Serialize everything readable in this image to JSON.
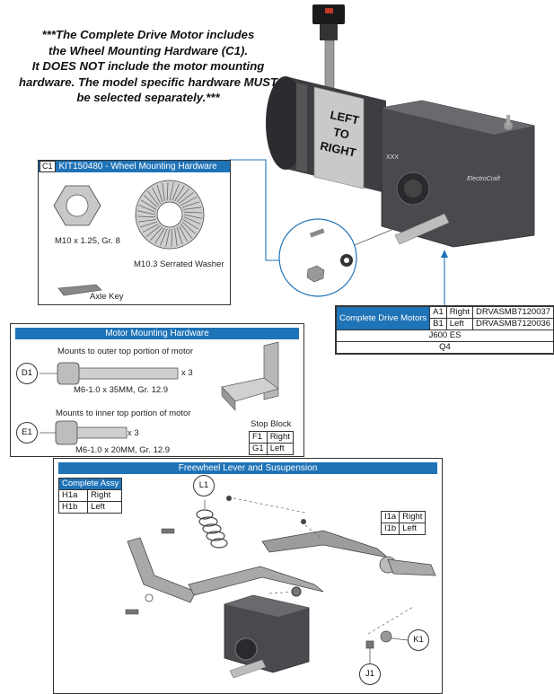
{
  "note": [
    "***The Complete Drive Motor includes",
    "the Wheel Mounting Hardware (C1).",
    "It DOES NOT include the motor mounting",
    "hardware. The model specific hardware MUST",
    "be selected separately.***"
  ],
  "motor_label": [
    "LEFT",
    "TO",
    "RIGHT"
  ],
  "motor_code": "XXX",
  "motor_brand": "ElectroCraft",
  "wheel_hw": {
    "id": "C1",
    "title": "KIT150480 - Wheel Mounting Hardware",
    "nut": "M10 x 1.25, Gr. 8",
    "washer": "M10.3 Serrated Washer",
    "key": "Axle Key"
  },
  "drive_motors": {
    "title": "Complete Drive Motors",
    "rows": [
      {
        "id": "A1",
        "side": "Right",
        "part": "DRVASMB7120037"
      },
      {
        "id": "B1",
        "side": "Left",
        "part": "DRVASMB7120036"
      }
    ],
    "model": "J600 ES",
    "model2": "Q4"
  },
  "motor_hw": {
    "title": "Motor Mounting Hardware",
    "d1_label": "D1",
    "d1_desc": "Mounts to outer top portion of motor",
    "d1_spec": "M6-1.0 x 35MM, Gr. 12.9",
    "d1_qty": "x 3",
    "e1_label": "E1",
    "e1_desc": "Mounts to inner top portion of motor",
    "e1_spec": "M6-1.0 x 20MM, Gr. 12.9",
    "e1_qty": "x 3",
    "stop_block": "Stop Block",
    "stop_rows": [
      {
        "id": "F1",
        "side": "Right"
      },
      {
        "id": "G1",
        "side": "Left"
      }
    ]
  },
  "freewheel": {
    "title": "Freewheel Lever  and Susupension",
    "assy_title": "Complete Assy",
    "assy_rows": [
      {
        "id": "H1a",
        "side": "Right"
      },
      {
        "id": "H1b",
        "side": "Left"
      }
    ],
    "arm_rows": [
      {
        "id": "I1a",
        "side": "Right"
      },
      {
        "id": "I1b",
        "side": "Left"
      }
    ],
    "l1": "L1",
    "k1": "K1",
    "j1": "J1"
  }
}
